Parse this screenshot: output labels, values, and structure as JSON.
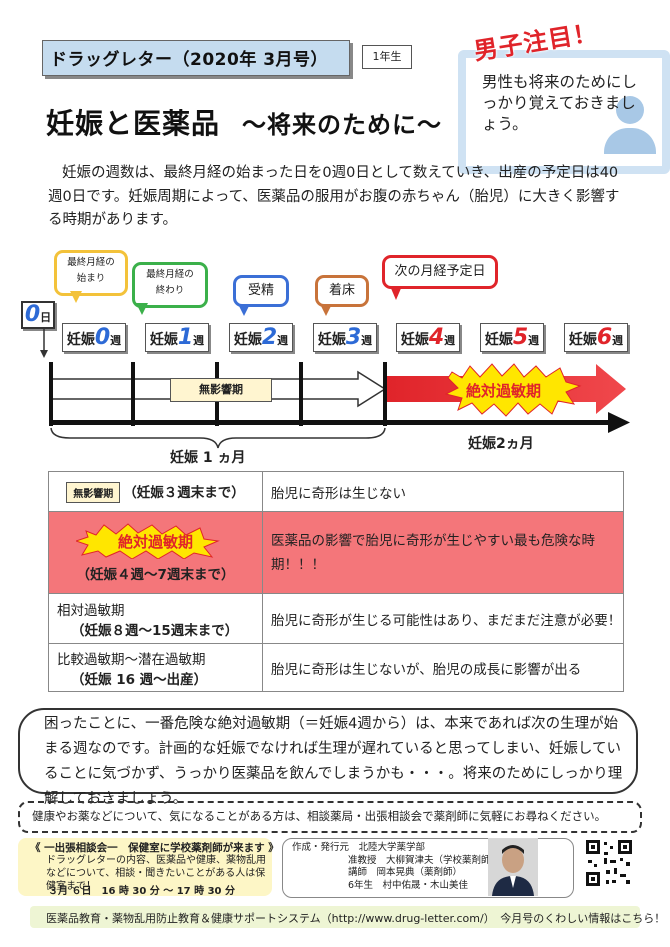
{
  "header": {
    "issue": "ドラッグレター（2020年 3月号）",
    "grade": "1年生",
    "title_main": "妊娠と医薬品",
    "title_sub": "～将来のために～"
  },
  "callout": {
    "headline": "男子注目！",
    "text": "男性も将来のためにしっかり覚えておきましょう。"
  },
  "intro": "妊娠の週数は、最終月経の始まった日を0週0日として数えていき、出産の予定日は40週0日です。妊娠周期によって、医薬品の服用がお腹の赤ちゃん（胎児）に大きく影響する時期があります。",
  "timeline": {
    "bubbles": {
      "lmp_start_1": "最終月経の",
      "lmp_start_2": "始まり",
      "lmp_end_1": "最終月経の",
      "lmp_end_2": "終わり",
      "conception": "受精",
      "implantation": "着床",
      "next_period": "次の月経予定日"
    },
    "zero": {
      "num": "0",
      "unit": "日"
    },
    "week_prefix": "妊娠",
    "week_unit": "週",
    "weeks": [
      {
        "num": "0",
        "color": "#2d6ad6"
      },
      {
        "num": "1",
        "color": "#2d6ad6"
      },
      {
        "num": "2",
        "color": "#2d6ad6"
      },
      {
        "num": "3",
        "color": "#2d6ad6"
      },
      {
        "num": "4",
        "color": "#e0242a"
      },
      {
        "num": "5",
        "color": "#e0242a"
      },
      {
        "num": "6",
        "color": "#e0242a"
      }
    ],
    "no_effect": "無影響期",
    "critical": "絶対過敏期",
    "month1": "妊娠 1 ヵ月",
    "month2": "妊娠2ヵ月"
  },
  "table": {
    "rows": [
      {
        "label_box": "無影響期",
        "period": "（妊娠３週末まで）",
        "desc": "胎児に奇形は生じない"
      },
      {
        "label_burst": "絶対過敏期",
        "period": "（妊娠４週～7週末まで）",
        "desc": "医薬品の影響で胎児に奇形が生じやすい最も危険な時期！！！"
      },
      {
        "label": "相対過敏期",
        "period": "（妊娠８週～15週末まで）",
        "desc": "胎児に奇形が生じる可能性はあり、まだまだ注意が必要！"
      },
      {
        "label": "比較過敏期～潜在過敏期",
        "period": "（妊娠 16 週～出産）",
        "desc": "胎児に奇形は生じないが、胎児の成長に影響が出る"
      }
    ]
  },
  "warning": "困ったことに、一番危険な絶対過敏期（＝妊娠4週から）は、本来であれば次の生理が始まる週なのです。計画的な妊娠でなければ生理が遅れていると思ってしまい、妊娠していることに気づかず、うっかり医薬品を飲んでしまうかも・・・。将来のためにしっかり理解しておきましょう。",
  "consult": "健康やお薬などについて、気になることがある方は、相談薬局・出張相談会で薬剤師に気軽にお尋ねください。",
  "event": {
    "title": "《 一出張相談会一　保健室に学校薬剤師が来ます 》",
    "body": "ドラッグレターの内容、医薬品や健康、薬物乱用などについて、相談・聞きたいことがある人は保健室まで！",
    "time": "３月 ６日　16 時 30 分 ～ 17 時 30 分"
  },
  "author": {
    "label": "作成・発行元",
    "org": "北陸大学薬学部",
    "line1": "准教授　大柳賀津夫（学校薬剤師）",
    "line2": "講師　岡本晃典（薬剤師）",
    "line3": "6年生　村中佑晟・木山美佳"
  },
  "footer": "医薬品教育・薬物乱用防止教育＆健康サポートシステム（http://www.drug-letter.com/）　今月号のくわしい情報はこちら！",
  "colors": {
    "accent_red": "#e0242a",
    "accent_blue": "#2d6ad6",
    "critical_row": "#f4767a",
    "header_box": "#c5dcef"
  }
}
